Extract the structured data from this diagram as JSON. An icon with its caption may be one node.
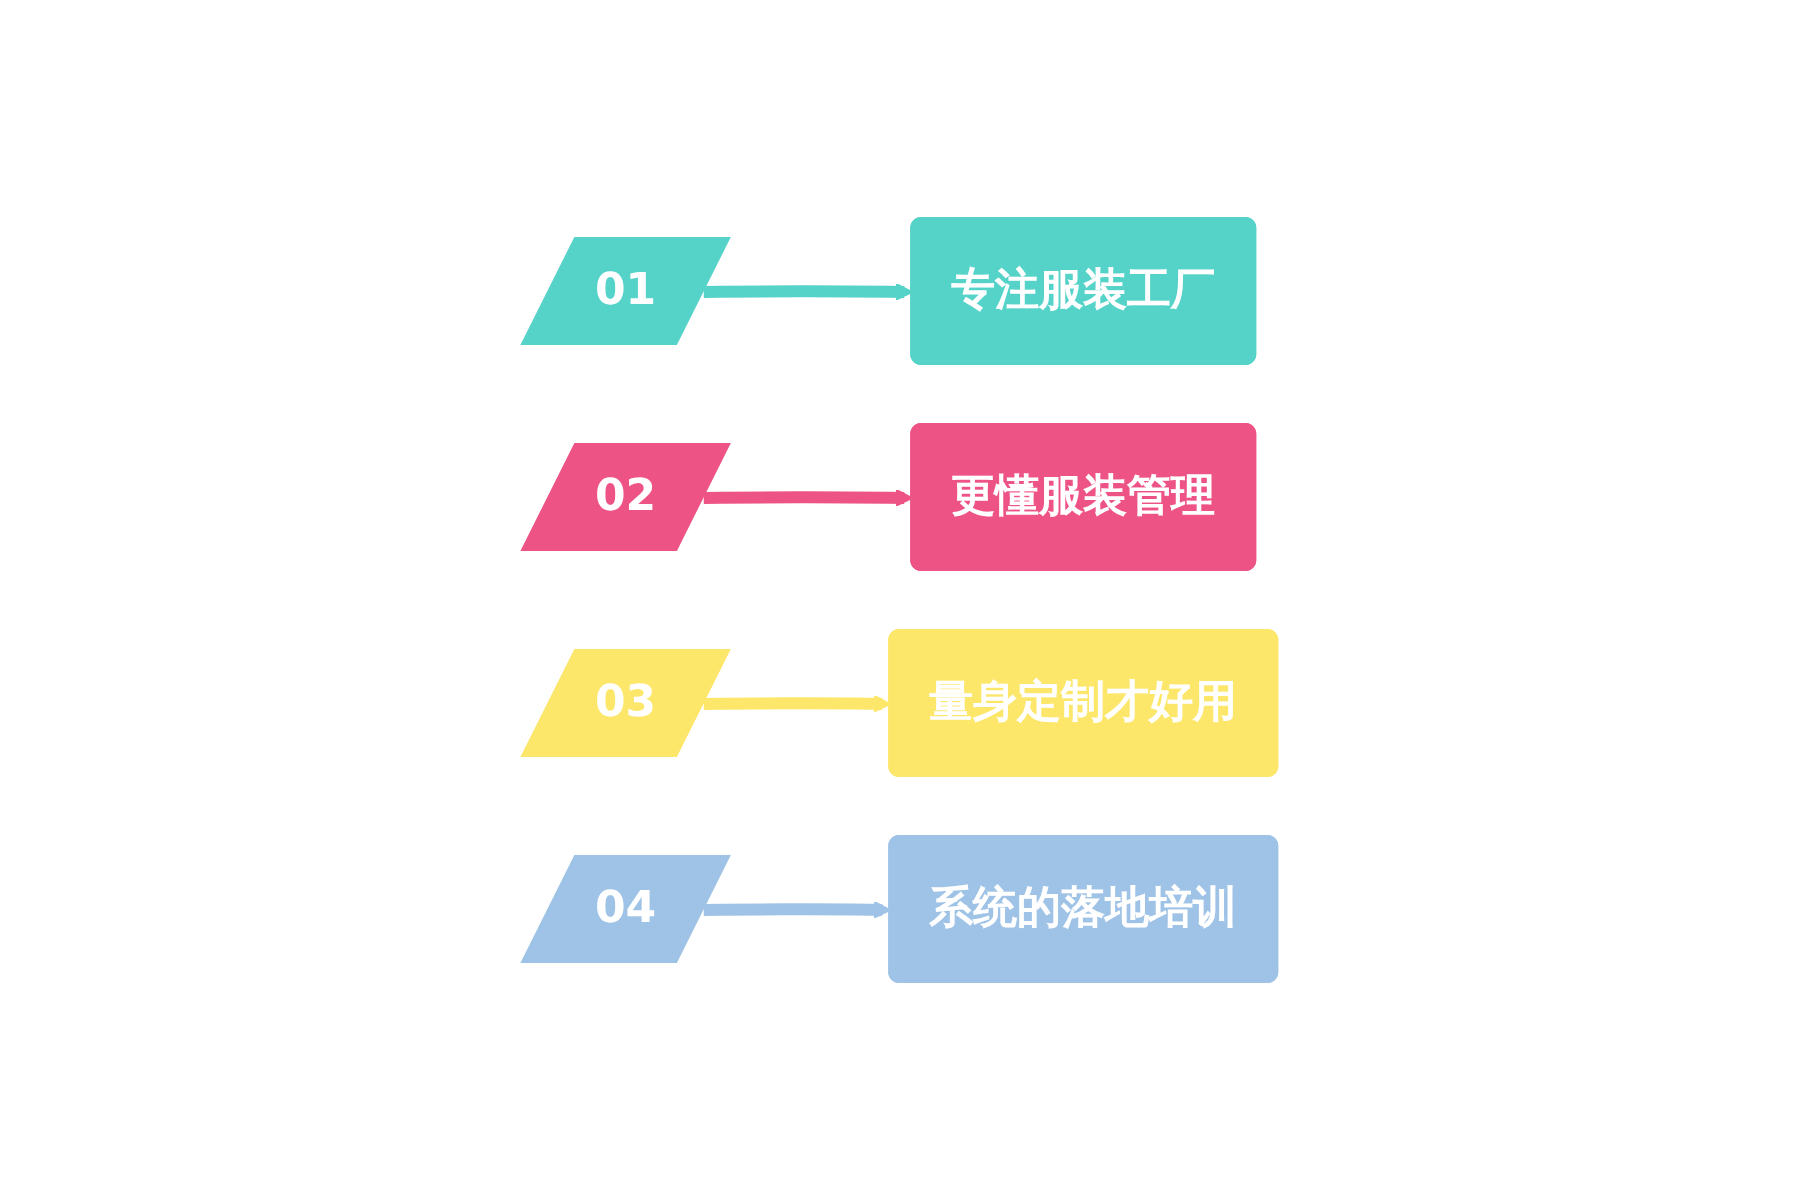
{
  "diagram": {
    "nodes": [
      {
        "text": [
          "01"
        ]
      },
      {
        "text": [
          "专注服装工厂"
        ]
      },
      {
        "text": [
          "02"
        ]
      },
      {
        "text": [
          "更懂服装管理"
        ]
      },
      {
        "text": [
          "03"
        ]
      },
      {
        "text": [
          "量身定制才好用"
        ]
      },
      {
        "text": [
          "04"
        ]
      },
      {
        "text": [
          "系统的落地培训"
        ]
      }
    ],
    "edges": [
      {
        "from": 0,
        "to": 1,
        "arrow": "to",
        "color": "#56d3c9"
      },
      {
        "from": 2,
        "to": 3,
        "arrow": "to",
        "color": "#ee5386"
      },
      {
        "from": 4,
        "to": 5,
        "arrow": "to",
        "color": "#fde76b"
      },
      {
        "from": 6,
        "to": 7,
        "arrow": "to",
        "color": "#9fc3e6"
      }
    ]
  }
}
